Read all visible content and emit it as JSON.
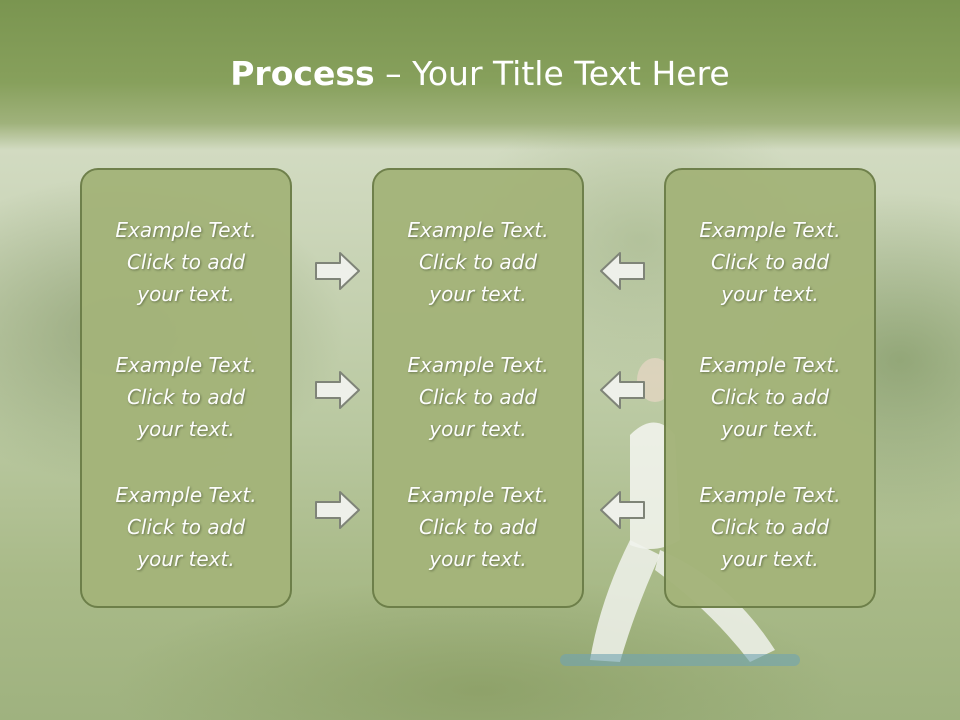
{
  "title": {
    "bold": "Process",
    "dash": " – ",
    "rest": "Your Title Text Here"
  },
  "boxes": [
    {
      "items": [
        {
          "line1": "Example Text.",
          "line2": "Click  to add",
          "line3": "your text."
        },
        {
          "line1": "Example Text.",
          "line2": "Click  to add",
          "line3": "your text."
        },
        {
          "line1": "Example Text.",
          "line2": "Click  to add",
          "line3": "your text."
        }
      ]
    },
    {
      "items": [
        {
          "line1": "Example Text.",
          "line2": "Click  to add",
          "line3": "your text."
        },
        {
          "line1": "Example Text.",
          "line2": "Click  to add",
          "line3": "your text."
        },
        {
          "line1": "Example Text.",
          "line2": "Click  to add",
          "line3": "your text."
        }
      ]
    },
    {
      "items": [
        {
          "line1": "Example Text.",
          "line2": "Click  to add",
          "line3": "your text."
        },
        {
          "line1": "Example Text.",
          "line2": "Click  to add",
          "line3": "your text."
        },
        {
          "line1": "Example Text.",
          "line2": "Click  to add",
          "line3": "your text."
        }
      ]
    }
  ],
  "icons": {
    "left_arrows": "arrow-right-icon",
    "right_arrows": "arrow-left-icon"
  },
  "colors": {
    "title_band": "#87a05c",
    "box_fill": "#a4b47a",
    "box_border": "#6c7e48",
    "text": "#ffffff"
  }
}
